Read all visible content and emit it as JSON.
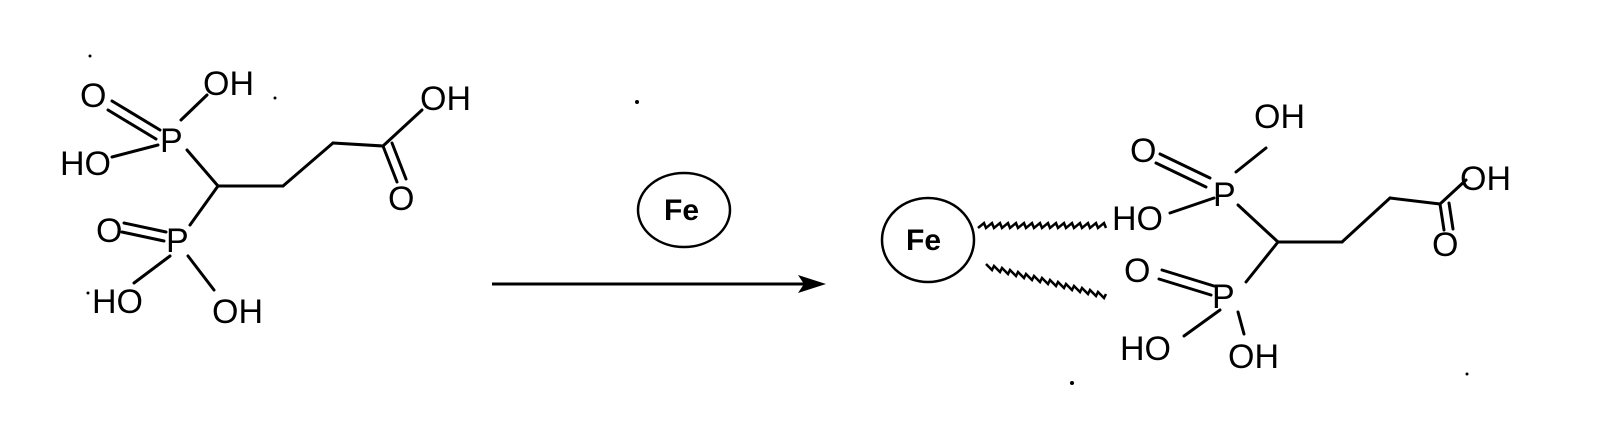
{
  "reactant": {
    "atoms": {
      "o_top": "O",
      "oh_top": "OH",
      "p_top": "P",
      "ho_top": "HO",
      "o_bot": "O",
      "p_bot": "P",
      "ho_bot": "HO",
      "oh_bot": "OH",
      "oh_acid": "OH",
      "o_acid": "O"
    }
  },
  "reagent": {
    "label": "Fe"
  },
  "product": {
    "fe_label": "Fe",
    "atoms": {
      "o_top": "O",
      "oh_top": "OH",
      "p_top": "P",
      "ho_top": "HO",
      "o_bot": "O",
      "p_bot": "P",
      "ho_bot": "HO",
      "oh_bot": "OH",
      "oh_acid": "OH",
      "o_acid": "O"
    }
  }
}
